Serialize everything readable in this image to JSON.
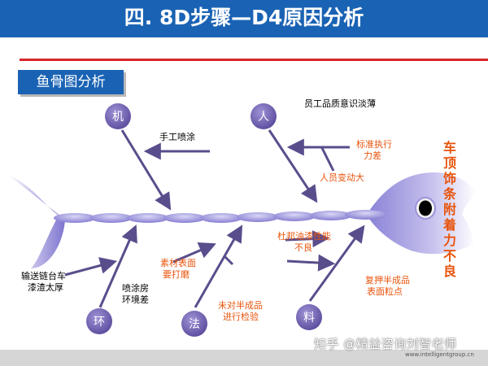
{
  "header": {
    "title": "四. 8D步骤—D4原因分析"
  },
  "section": {
    "label": "鱼骨图分析"
  },
  "categories": {
    "machine": "机",
    "man": "人",
    "environment": "环",
    "method": "法",
    "material": "料"
  },
  "causes": {
    "hand_spray": "手工喷涂",
    "quality_awareness": "员工品质意识淡薄",
    "std_execution_line1": "标准执行",
    "std_execution_line2": "力差",
    "staff_turnover": "人员变动大",
    "chain_line1": "输送链台车",
    "chain_line2": "漆渣太厚",
    "booth_line1": "喷涂房",
    "booth_line2": "环境差",
    "surface_line1": "素材表面",
    "surface_line2": "要打磨",
    "inspect_line1": "未对半成品",
    "inspect_line2": "进行检验",
    "oil_line1": "杜邦油漆性能",
    "oil_line2": "不良",
    "dust_line1": "复押半成品",
    "dust_line2": "表面粒点"
  },
  "effect": [
    "车",
    "顶",
    "饰",
    "条",
    "附",
    "着",
    "力",
    "不",
    "良"
  ],
  "colors": {
    "banner": "#1a63b4",
    "accent_red": "#d8262b",
    "cause_orange": "#e8540c",
    "bone": "#5a4d8c",
    "fish_body": "#8d85d8"
  },
  "footer": {
    "watermark": "知乎 @精益咨询刘智老师",
    "url": "www.intelligentgroup.cn"
  }
}
